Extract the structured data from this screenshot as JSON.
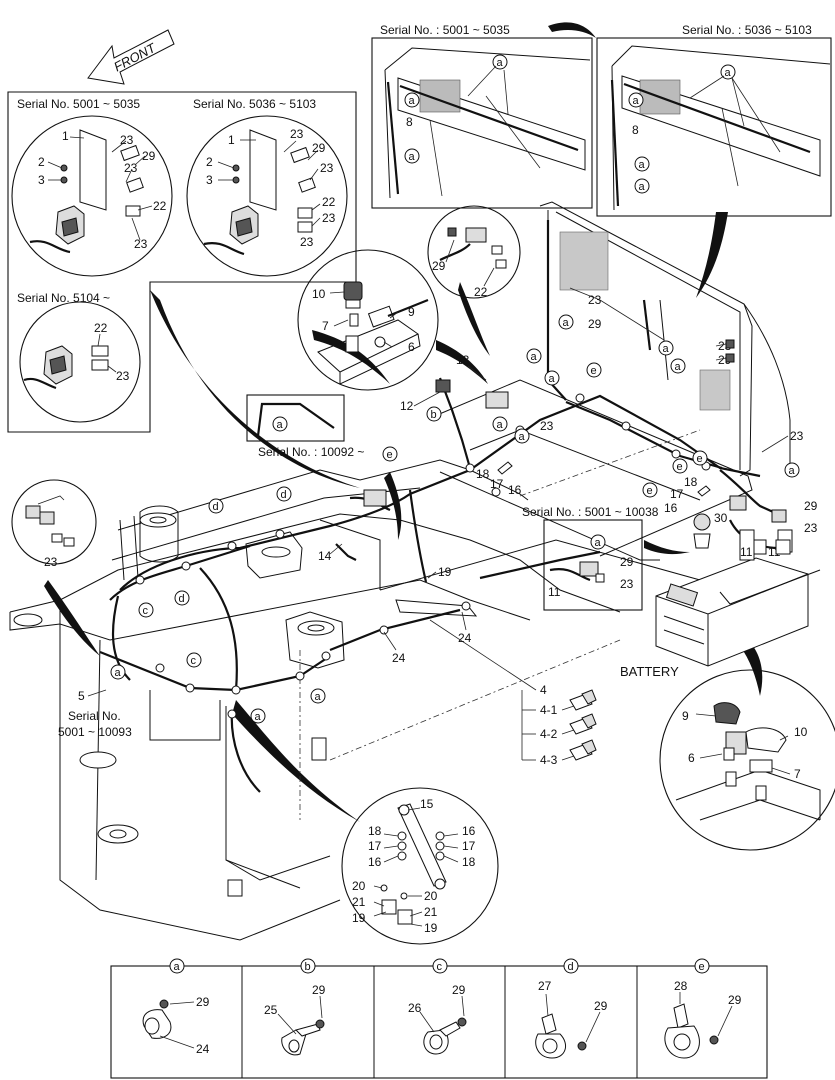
{
  "front_label": "FRONT",
  "serial_labels": {
    "inset_left_a": "Serial No. 5001 ~ 5035",
    "inset_left_b": "Serial No. 5036 ~ 5103",
    "inset_left_c": "Serial No. 5104 ~",
    "top_a": "Serial No. : 5001 ~ 5035",
    "top_b": "Serial No. : 5036 ~ 5103",
    "mid": "Serial No. : 10092 ~",
    "right_mid": "Serial No. : 5001 ~ 10038",
    "bottom_left_1": "Serial No.",
    "bottom_left_2": "5001 ~ 10093"
  },
  "battery_label": "BATTERY",
  "part_numbers": {
    "p1": "1",
    "p2": "2",
    "p3": "3",
    "p4": "4",
    "p4_1": "4-1",
    "p4_2": "4-2",
    "p4_3": "4-3",
    "p5": "5",
    "p6": "6",
    "p7": "7",
    "p8": "8",
    "p9": "9",
    "p10": "10",
    "p11": "11",
    "p12": "12",
    "p13": "13",
    "p14": "14",
    "p15": "15",
    "p16": "16",
    "p17": "17",
    "p18": "18",
    "p19": "19",
    "p20": "20",
    "p21": "21",
    "p22": "22",
    "p23": "23",
    "p24": "24",
    "p25": "25",
    "p26": "26",
    "p27": "27",
    "p28": "28",
    "p29": "29",
    "p30": "30"
  },
  "callout_letters": {
    "a": "a",
    "b": "b",
    "c": "c",
    "d": "d",
    "e": "e"
  },
  "legend_panels": [
    {
      "letter": "a",
      "labels": [
        "29",
        "24"
      ]
    },
    {
      "letter": "b",
      "labels": [
        "25",
        "29"
      ]
    },
    {
      "letter": "c",
      "labels": [
        "26",
        "29"
      ]
    },
    {
      "letter": "d",
      "labels": [
        "27",
        "29"
      ]
    },
    {
      "letter": "e",
      "labels": [
        "28",
        "29"
      ]
    }
  ]
}
